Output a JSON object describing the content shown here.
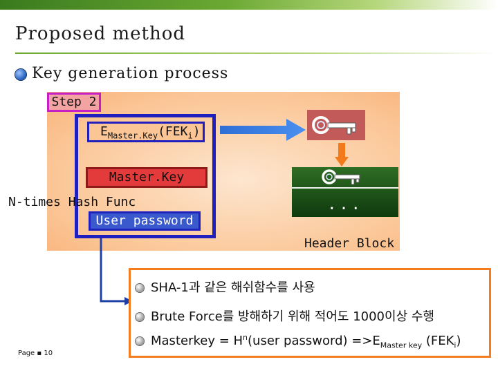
{
  "slide": {
    "title": "Proposed method",
    "subtitle": "Key generation process",
    "page_label": "Page",
    "page_number": "10"
  },
  "diagram": {
    "step_label": "Step 2",
    "enc_main": "E",
    "enc_sub": "Master.Key",
    "enc_arg_open": "(FEK",
    "enc_arg_sub": "i",
    "enc_arg_close": ")",
    "master_key_label": "Master.Key",
    "ntimes_label": "N-times Hash Func",
    "user_password_label": "User password",
    "dots": "...",
    "header_block_label": "Header Block"
  },
  "notes": [
    {
      "text": "SHA-1과 같은 해쉬함수를 사용"
    },
    {
      "text": "Brute Force를 방해하기 위해 적어도 1000이상 수행"
    },
    {
      "prefix": "Masterkey = H",
      "sup": "n",
      "middle": "(user password) =>E",
      "sub": "Master key",
      "arg": " (FEK",
      "arg_sub": "i",
      "close": ")"
    }
  ],
  "colors": {
    "accent_green": "#6aa832",
    "panel_orange": "#fbc595",
    "border_blue": "#1f1fc0",
    "master_red": "#e33b3b",
    "notes_border": "#f57c1f"
  },
  "icons": [
    "key-icon",
    "bullet-icon",
    "arrow-right-icon",
    "arrow-down-icon"
  ]
}
